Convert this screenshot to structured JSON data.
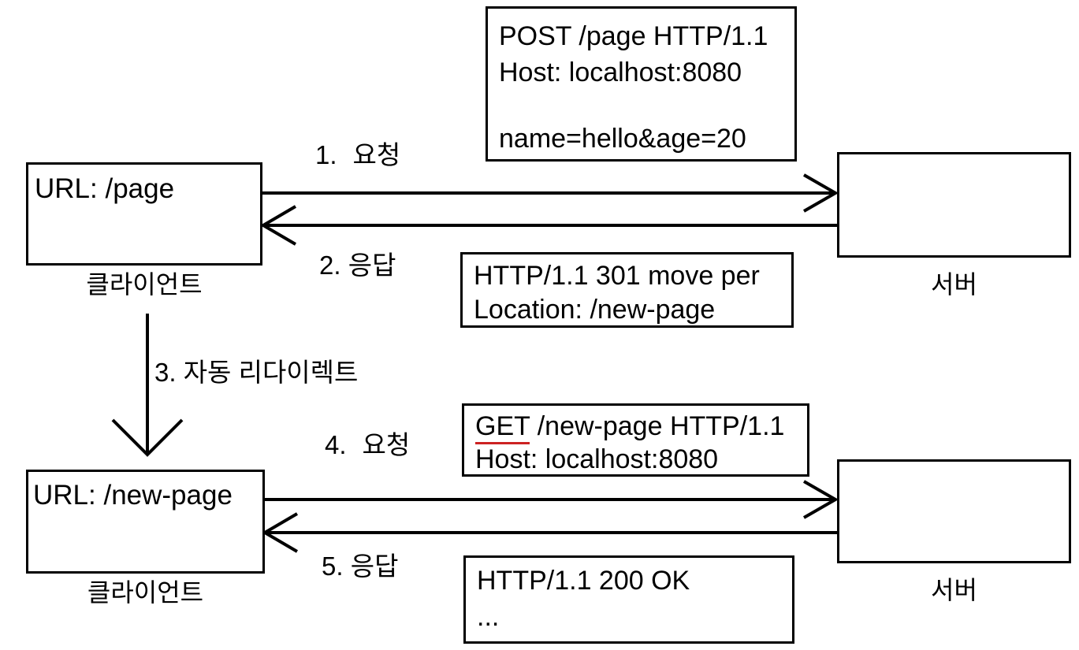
{
  "diagram": {
    "title": "HTTP 301 redirect sequence",
    "colors": {
      "stroke": "#000000",
      "background": "#ffffff",
      "highlight": "#cc2222"
    },
    "nodes": [
      {
        "id": "client-top",
        "title": "URL: /page",
        "caption": "클라이언트"
      },
      {
        "id": "server-top",
        "title": "",
        "caption": "서버"
      },
      {
        "id": "client-bottom",
        "title": "URL: /new-page",
        "caption": "클라이언트"
      },
      {
        "id": "server-bottom",
        "title": "",
        "caption": "서버"
      }
    ],
    "steps": [
      {
        "id": "step-1",
        "number": "1.",
        "label": "요청"
      },
      {
        "id": "step-2",
        "number": "2.",
        "label": "응답"
      },
      {
        "id": "step-3",
        "text": "3. 자동 리다이렉트"
      },
      {
        "id": "step-4",
        "number": "4.",
        "label": "요청"
      },
      {
        "id": "step-5",
        "number": "5.",
        "label": "응답"
      }
    ],
    "messages": [
      {
        "id": "request-1",
        "lines": [
          {
            "text": "POST /page HTTP/1.1"
          },
          {
            "text": "Host: localhost:8080"
          },
          {
            "text": ""
          },
          {
            "text": "name=hello&age=20"
          }
        ]
      },
      {
        "id": "response-1",
        "lines": [
          {
            "text": "HTTP/1.1 301 move per"
          },
          {
            "text": "Location: /new-page"
          }
        ]
      },
      {
        "id": "request-2",
        "lines": [
          {
            "text": "GET",
            "underline_color": "#cc2222",
            "rest": " /new-page HTTP/1.1"
          },
          {
            "text": "Host: localhost:8080"
          }
        ]
      },
      {
        "id": "response-2",
        "lines": [
          {
            "text": "HTTP/1.1 200 OK"
          },
          {
            "text": "..."
          }
        ]
      }
    ]
  }
}
